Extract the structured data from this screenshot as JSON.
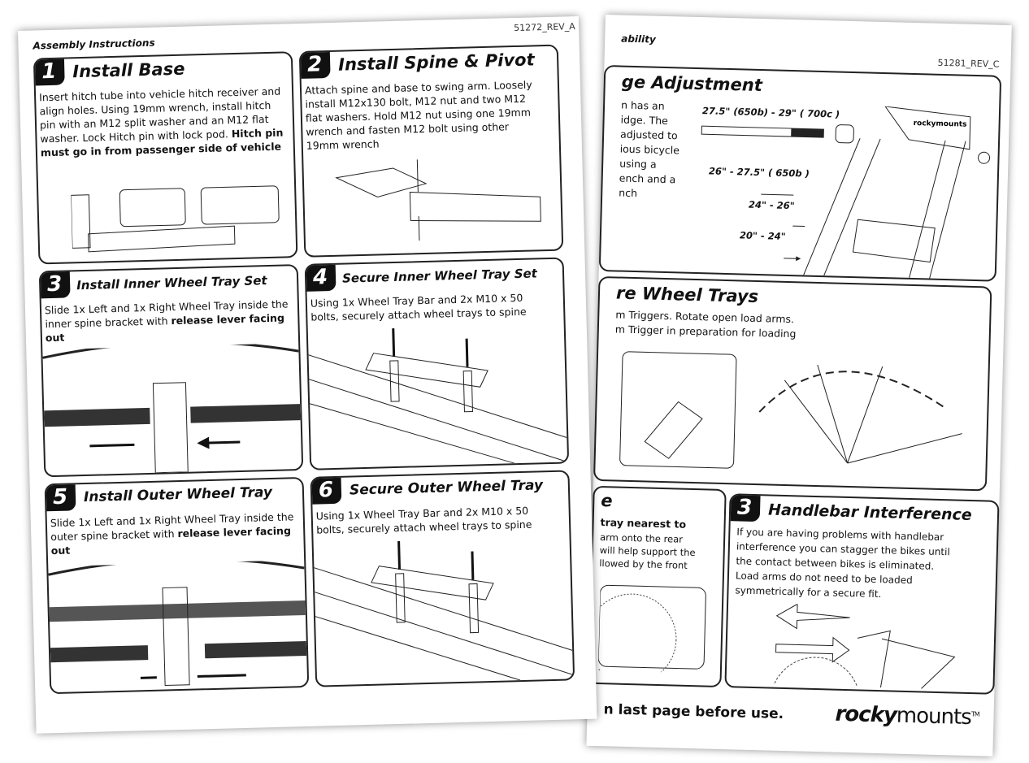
{
  "left_page": {
    "header": "Assembly Instructions",
    "doc_code": "51272_REV_A",
    "steps": [
      {
        "num": "1",
        "title": "Install Base",
        "text": "Insert hitch tube into vehicle hitch receiver and align holes. Using 19mm wrench, install hitch pin with an M12 split washer and an M12 flat washer. Lock Hitch pin with lock pod.",
        "bold": "Hitch pin must go in from passenger side of vehicle"
      },
      {
        "num": "2",
        "title": "Install Spine & Pivot",
        "text": "Attach spine and base to swing arm. Loosely install M12x130 bolt, M12 nut and two M12 flat washers. Hold M12 nut using one 19mm wrench and fasten M12 bolt using other 19mm wrench",
        "bold": ""
      },
      {
        "num": "3",
        "title": "Install Inner Wheel Tray Set",
        "text": "Slide 1x Left and 1x Right Wheel Tray inside the inner spine bracket with",
        "bold": "release lever facing out"
      },
      {
        "num": "4",
        "title": "Secure Inner Wheel Tray Set",
        "text": "Using 1x Wheel Tray Bar and 2x M10 x 50 bolts, securely attach wheel trays to spine",
        "bold": ""
      },
      {
        "num": "5",
        "title": "Install Outer Wheel Tray",
        "text": "Slide 1x Left and 1x Right Wheel Tray inside the outer spine bracket with",
        "bold": "release lever facing out"
      },
      {
        "num": "6",
        "title": "Secure Outer Wheel Tray",
        "text": "Using 1x Wheel Tray Bar and 2x M10 x 50 bolts, securely attach wheel trays to spine",
        "bold": ""
      }
    ]
  },
  "right_page": {
    "header": "ability",
    "doc_code": "51281_REV_C",
    "section1": {
      "title": "ge Adjustment",
      "text_lines": [
        "n has an",
        "idge. The",
        "adjusted to",
        "ious bicycle",
        "using a",
        "ench and a",
        "nch"
      ],
      "labels": [
        "27.5\" (650b) - 29\" ( 700c )",
        "26\" - 27.5\" ( 650b )",
        "24\" - 26\"",
        "20\" - 24\""
      ],
      "logo_text": "rockymounts"
    },
    "section2": {
      "title": "re Wheel Trays",
      "text_lines": [
        "m Triggers. Rotate open load arms.",
        "m Trigger in preparation for loading"
      ]
    },
    "section3": {
      "title": "e",
      "text_bold": "tray nearest to",
      "text_lines": [
        "arm onto the rear",
        "will help support the",
        "llowed by the front"
      ]
    },
    "section4": {
      "num": "3",
      "title": "Handlebar Interference",
      "text_lines": [
        "If you are having problems with handlebar",
        "interference you can stagger the bikes until",
        "the contact between bikes is eliminated.",
        "Load arms do not need to be loaded",
        "symmetrically for a secure fit."
      ]
    },
    "footer": "n last page before use.",
    "logo": {
      "bold": "rocky",
      "light": "mounts",
      "tm": "TM"
    }
  }
}
